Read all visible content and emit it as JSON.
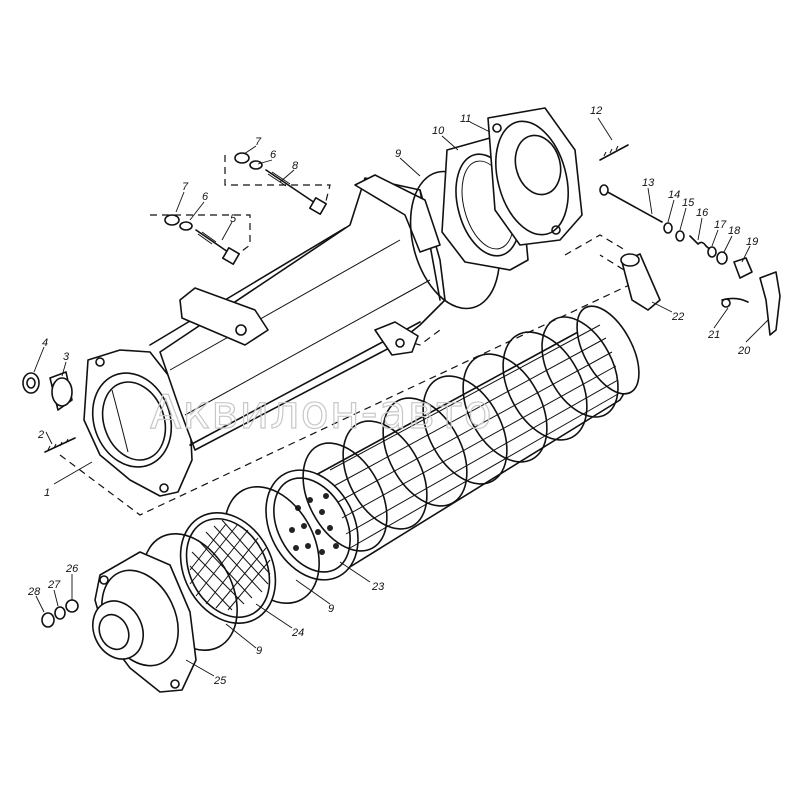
{
  "watermark": "Аквилон-авто",
  "callouts": [
    {
      "id": "c1",
      "label": "1"
    },
    {
      "id": "c2",
      "label": "2"
    },
    {
      "id": "c3",
      "label": "3"
    },
    {
      "id": "c4",
      "label": "4"
    },
    {
      "id": "c5",
      "label": "5"
    },
    {
      "id": "c6a",
      "label": "6"
    },
    {
      "id": "c6b",
      "label": "6"
    },
    {
      "id": "c7a",
      "label": "7"
    },
    {
      "id": "c7b",
      "label": "7"
    },
    {
      "id": "c8",
      "label": "8"
    },
    {
      "id": "c9a",
      "label": "9"
    },
    {
      "id": "c9b",
      "label": "9"
    },
    {
      "id": "c9c",
      "label": "9"
    },
    {
      "id": "c10",
      "label": "10"
    },
    {
      "id": "c11",
      "label": "11"
    },
    {
      "id": "c12",
      "label": "12"
    },
    {
      "id": "c13",
      "label": "13"
    },
    {
      "id": "c14",
      "label": "14"
    },
    {
      "id": "c15",
      "label": "15"
    },
    {
      "id": "c16",
      "label": "16"
    },
    {
      "id": "c17",
      "label": "17"
    },
    {
      "id": "c18",
      "label": "18"
    },
    {
      "id": "c19",
      "label": "19"
    },
    {
      "id": "c20",
      "label": "20"
    },
    {
      "id": "c21",
      "label": "21"
    },
    {
      "id": "c22",
      "label": "22"
    },
    {
      "id": "c23",
      "label": "23"
    },
    {
      "id": "c24",
      "label": "24"
    },
    {
      "id": "c25",
      "label": "25"
    },
    {
      "id": "c26",
      "label": "26"
    },
    {
      "id": "c27",
      "label": "27"
    },
    {
      "id": "c28",
      "label": "28"
    }
  ]
}
